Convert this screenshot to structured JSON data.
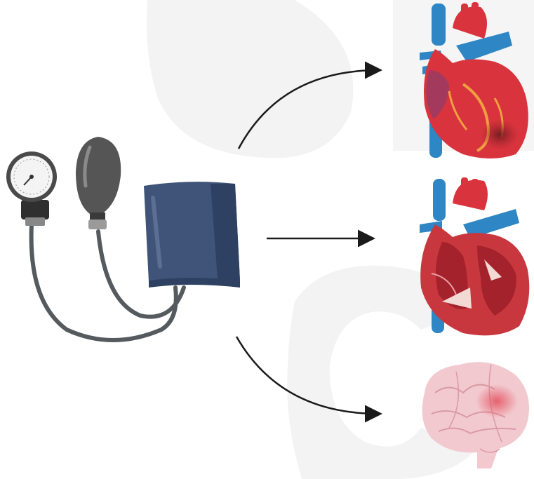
{
  "diagram": {
    "description_nodes": [
      "blood-pressure-monitor",
      "heart-exterior",
      "heart-cross-section",
      "brain"
    ],
    "colors": {
      "cuff": "#3f5478",
      "cuff_dark": "#2f4163",
      "gauge_ring": "#4a4a4a",
      "bulb": "#555555",
      "tube": "#555a5e",
      "heart_red": "#d9343d",
      "heart_dark": "#a3222b",
      "vessel_blue": "#2e86c4",
      "heart_orange": "#f0a040",
      "brain_pink": "#f2c9cf",
      "brain_lines": "#d99aa3",
      "brain_spot": "#e3505e",
      "arrow": "#1a1a1a",
      "watermark": "#f3f3f4"
    },
    "icons": [
      "sphygmomanometer-icon",
      "heart-icon",
      "heart-section-icon",
      "brain-icon",
      "arrow-icon"
    ]
  }
}
